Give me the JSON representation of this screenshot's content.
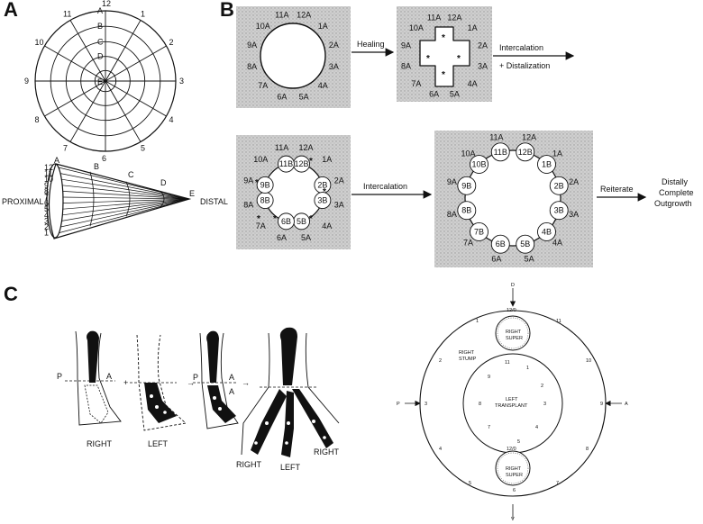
{
  "panels": {
    "a": "A",
    "b": "B",
    "c": "C"
  },
  "panel_a": {
    "clock_numbers": [
      "12",
      "1",
      "2",
      "3",
      "4",
      "5",
      "6",
      "7",
      "8",
      "9",
      "10",
      "11"
    ],
    "ring_letters": [
      "A",
      "B",
      "C",
      "D",
      "E"
    ],
    "cone_numbers": [
      "12",
      "11",
      "10",
      "9",
      "8",
      "7",
      "6",
      "5",
      "4",
      "3",
      "2",
      "1"
    ],
    "proximal_label": "PROXIMAL",
    "distal_label": "DISTAL",
    "distal_letters": [
      "A",
      "B",
      "C",
      "D",
      "E"
    ]
  },
  "panel_b": {
    "stump_labels": [
      "12A",
      "1A",
      "2A",
      "3A",
      "4A",
      "5A",
      "6A",
      "7A",
      "8A",
      "9A",
      "10A",
      "11A"
    ],
    "healing_label": "Healing",
    "intercalation_label": "Intercalation",
    "distalization_label": "+ Distalization",
    "intercalation_label_2": "Intercalation",
    "reiterate_label": "Reiterate",
    "outcome_lines": [
      "Distally",
      "Complete",
      "Outgrowth"
    ],
    "b_labels": [
      "12B",
      "1B",
      "2B",
      "3B",
      "4B",
      "5B",
      "6B",
      "7B",
      "8B",
      "9B",
      "10B",
      "11B"
    ],
    "star": "*"
  },
  "panel_c": {
    "limb_labels": {
      "right": "RIGHT",
      "left": "LEFT",
      "p": "P",
      "a": "A",
      "plus": "+"
    },
    "final_labels": {
      "right_1": "RIGHT",
      "left": "LEFT",
      "right_2": "RIGHT"
    },
    "map": {
      "right_super_top": "RIGHT\nSUPER",
      "right_stump": "RIGHT\nSTUMP",
      "left_transplant": "LEFT\nTRANSPLANT",
      "right_super_bottom": "RIGHT\nSUPER",
      "top_label": "12/0",
      "bottom_label": "12/0",
      "d_top": "D",
      "v_bottom": "V",
      "p_label": "P",
      "a_label": "A",
      "outer_numbers": [
        "1",
        "2",
        "3",
        "4",
        "5",
        "6",
        "7",
        "8",
        "9",
        "10",
        "11"
      ]
    }
  }
}
